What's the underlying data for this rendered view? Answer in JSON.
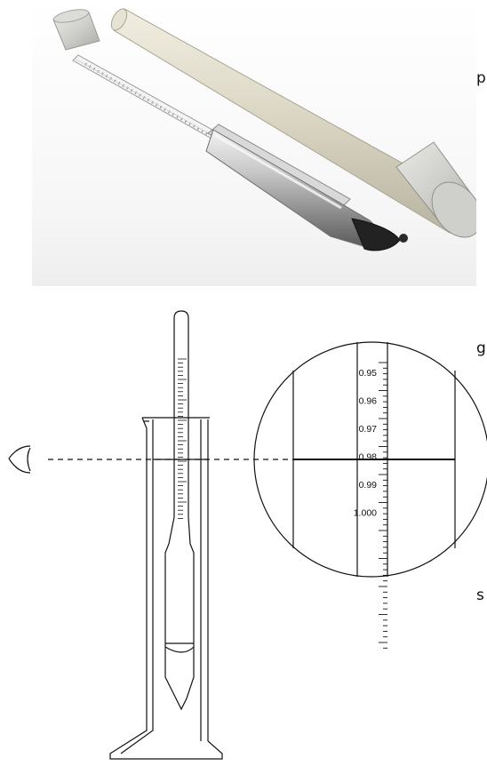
{
  "side_text": {
    "top": "p",
    "middle": "g",
    "bottom": "s"
  },
  "magnifier_scale": {
    "labels": [
      "0.95",
      "0.96",
      "0.97",
      "0.98",
      "0.99",
      "1.000"
    ]
  },
  "icons": {
    "eye": "eye-icon"
  }
}
